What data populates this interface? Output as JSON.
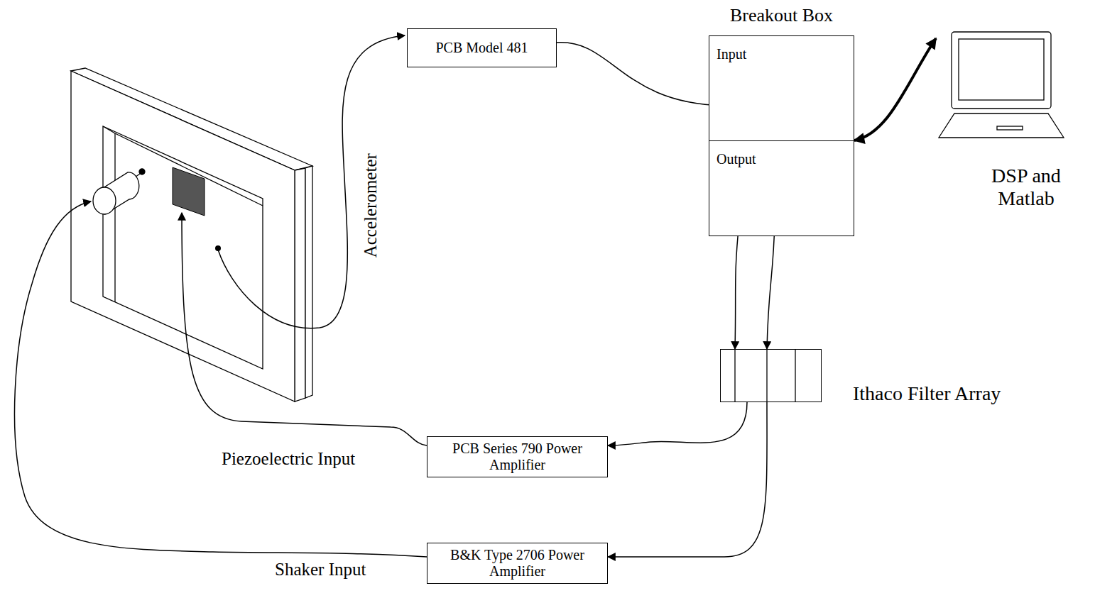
{
  "diagram": {
    "nodes": [
      {
        "text": [
          "PCB Model 481"
        ]
      },
      {
        "text": [
          "Breakout Box"
        ]
      },
      {
        "text": [
          "Input"
        ],
        "in": 1
      },
      {
        "text": [
          "Output"
        ],
        "in": 1
      },
      {
        "text": [
          "DSP and Matlab"
        ]
      },
      {
        "text": [
          "Ithaco Filter Array"
        ]
      },
      {
        "text": [
          "PCB Series 790 Power Amplifier"
        ]
      },
      {
        "text": [
          "B&K Type 2706 Power Amplifier"
        ]
      }
    ],
    "edges": [
      {
        "from": 0,
        "to": 2,
        "arrow": "to"
      },
      {
        "from": 1,
        "to": 4,
        "arrow": "both"
      },
      {
        "from": 3,
        "to": 5,
        "arrow": "to"
      },
      {
        "from": 3,
        "to": 5,
        "arrow": "to"
      },
      {
        "from": 5,
        "to": 6,
        "arrow": "to"
      },
      {
        "from": 5,
        "to": 7,
        "arrow": "to"
      }
    ],
    "labels": [
      "Accelerometer",
      "Piezoelectric Input",
      "Shaker Input"
    ]
  }
}
